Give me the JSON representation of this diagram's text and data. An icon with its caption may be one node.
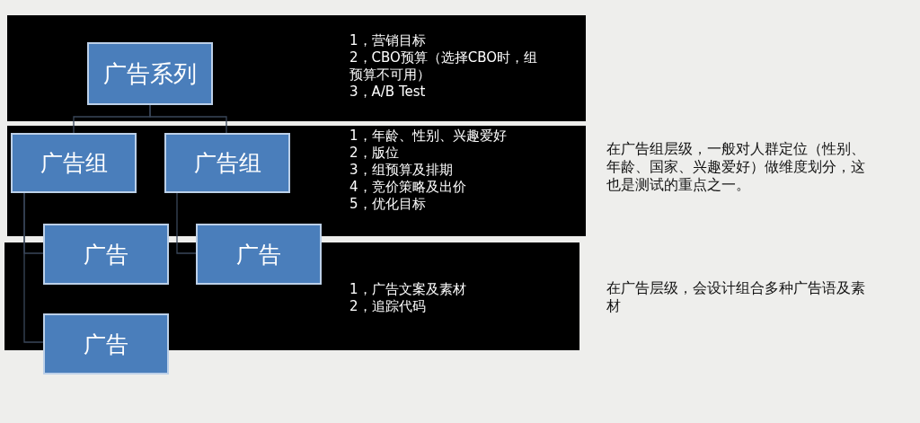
{
  "diagram": {
    "nodes": [
      {
        "text": [
          "广告系列"
        ]
      },
      {
        "text": [
          "广告组"
        ]
      },
      {
        "text": [
          "广告组"
        ]
      },
      {
        "text": [
          "广告"
        ]
      },
      {
        "text": [
          "广告"
        ]
      },
      {
        "text": [
          "广告"
        ]
      }
    ],
    "edges": [
      {
        "from": 0,
        "to": 1,
        "arrow": "none"
      },
      {
        "from": 0,
        "to": 2,
        "arrow": "none"
      },
      {
        "from": 1,
        "to": 3,
        "arrow": "none"
      },
      {
        "from": 1,
        "to": 5,
        "arrow": "none"
      },
      {
        "from": 2,
        "to": 4,
        "arrow": "none"
      }
    ],
    "labels": [
      "1，营销目标",
      "2，CBO预算（选择CBO时，组预算不可用）",
      "3，A/B Test",
      "1，年龄、性别、兴趣爱好",
      "2，版位",
      "3，组预算及排期",
      "4，竞价策略及出价",
      "5，优化目标",
      "1，广告文案及素材",
      "2，追踪代码",
      "在广告组层级，一般对人群定位（性别、年龄、国家、兴趣爱好）做维度划分，这也是测试的重点之一。",
      "在广告层级，会设计组合多种广告语及素材"
    ]
  }
}
